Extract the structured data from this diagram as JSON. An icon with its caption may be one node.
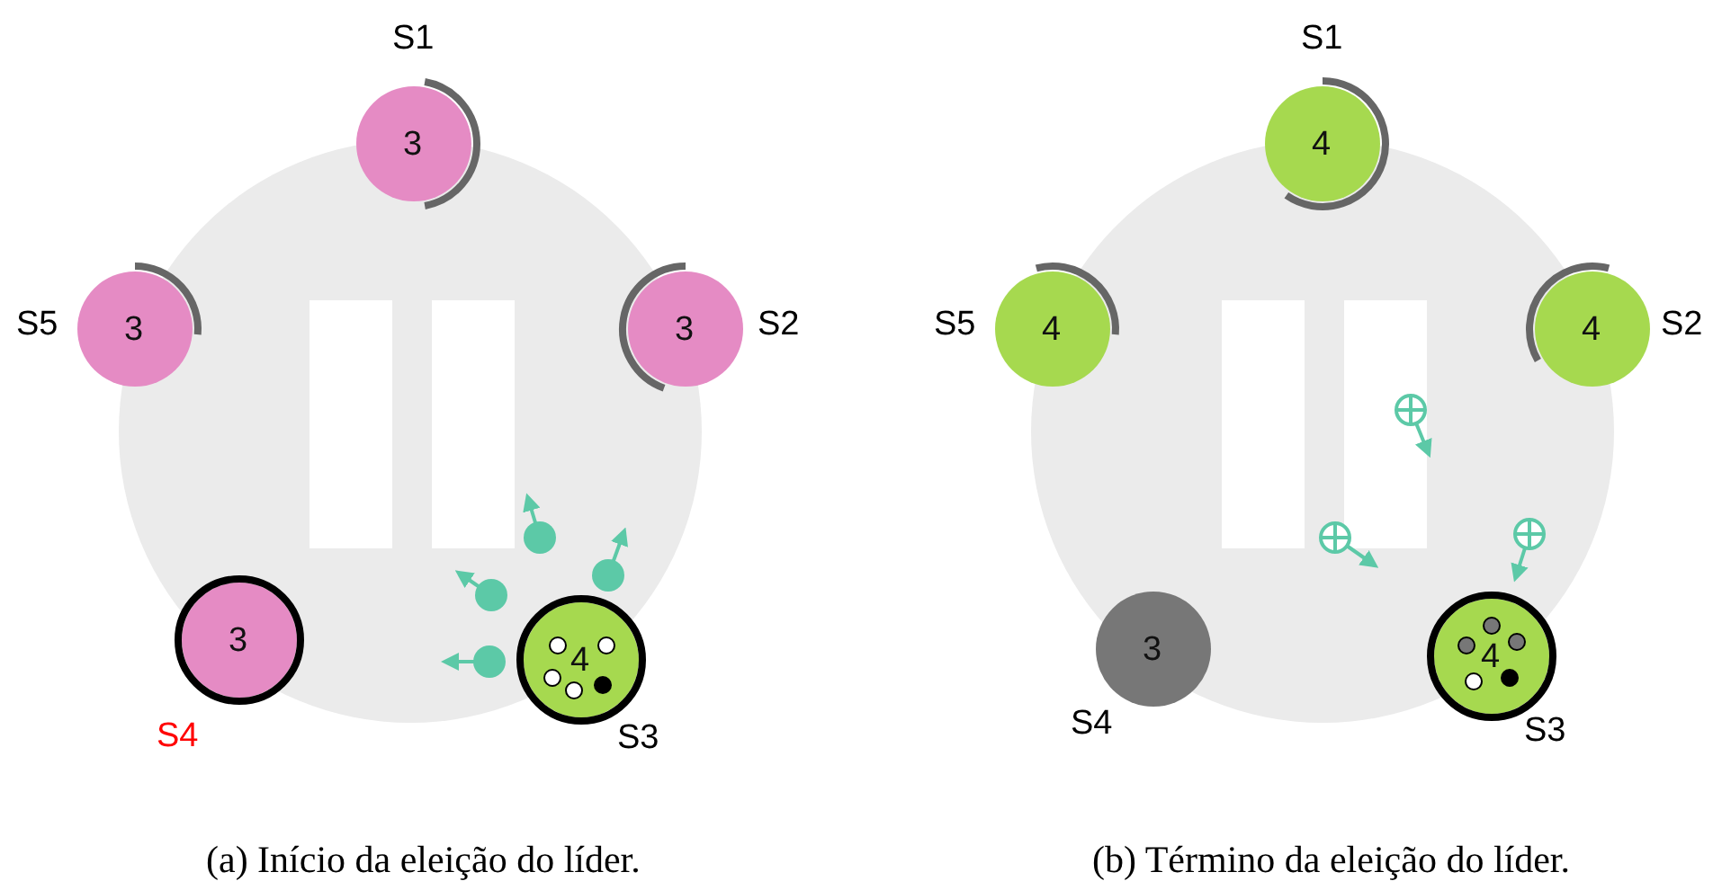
{
  "diagram": {
    "nodes": [
      {
        "text": [
          "3"
        ],
        "beside": [
          "S1"
        ]
      },
      {
        "text": [
          "3"
        ],
        "beside": [
          "S5"
        ]
      },
      {
        "text": [
          "3"
        ],
        "beside": [
          "S2"
        ]
      },
      {
        "text": [
          "3"
        ],
        "beside": [
          "S4"
        ]
      },
      {
        "text": [
          "4"
        ],
        "beside": [
          "S3"
        ]
      },
      {
        "text": [
          "4"
        ],
        "beside": [
          "S1"
        ]
      },
      {
        "text": [
          "4"
        ],
        "beside": [
          "S5"
        ]
      },
      {
        "text": [
          "4"
        ],
        "beside": [
          "S2"
        ]
      },
      {
        "text": [
          "3"
        ],
        "beside": [
          "S4"
        ]
      },
      {
        "text": [
          "4"
        ],
        "beside": [
          "S3"
        ]
      }
    ],
    "labels": [
      "(a) Início da eleição do líder.",
      "(b) Término da eleição do líder."
    ]
  }
}
